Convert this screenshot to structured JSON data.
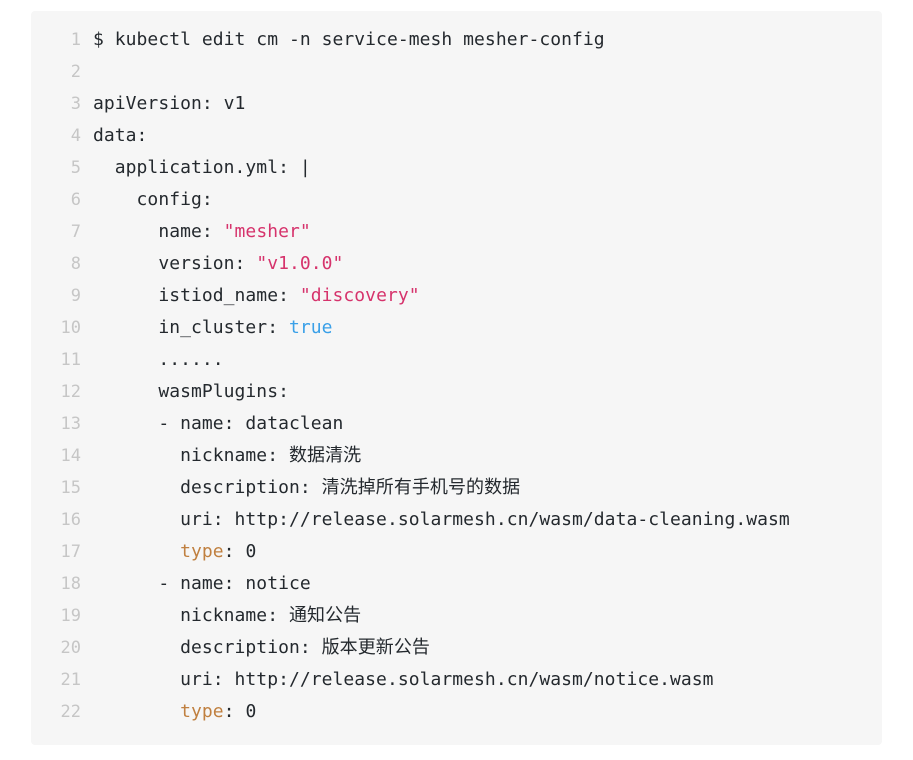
{
  "code_block": {
    "background_color": "#f6f6f6",
    "page_background_color": "#ffffff",
    "language": "yaml",
    "gutter_color": "#c6c6c6",
    "text_color": "#24292e",
    "colors": {
      "string": "#d6336c",
      "boolean": "#3aa0e8",
      "key_highlight": "#c08040",
      "default": "#24292e"
    },
    "lines": [
      {
        "number": "1",
        "tokens": [
          {
            "t": "$ kubectl edit cm -n service-mesh mesher-config",
            "c": "plain"
          }
        ]
      },
      {
        "number": "2",
        "tokens": [
          {
            "t": "",
            "c": "plain"
          }
        ]
      },
      {
        "number": "3",
        "tokens": [
          {
            "t": "apiVersion: v1",
            "c": "plain"
          }
        ]
      },
      {
        "number": "4",
        "tokens": [
          {
            "t": "data:",
            "c": "plain"
          }
        ]
      },
      {
        "number": "5",
        "tokens": [
          {
            "t": "  application.yml: |",
            "c": "plain"
          }
        ]
      },
      {
        "number": "6",
        "tokens": [
          {
            "t": "    config:",
            "c": "plain"
          }
        ]
      },
      {
        "number": "7",
        "tokens": [
          {
            "t": "      name: ",
            "c": "plain"
          },
          {
            "t": "\"mesher\"",
            "c": "str"
          }
        ]
      },
      {
        "number": "8",
        "tokens": [
          {
            "t": "      version: ",
            "c": "plain"
          },
          {
            "t": "\"v1.0.0\"",
            "c": "str"
          }
        ]
      },
      {
        "number": "9",
        "tokens": [
          {
            "t": "      istiod_name: ",
            "c": "plain"
          },
          {
            "t": "\"discovery\"",
            "c": "str"
          }
        ]
      },
      {
        "number": "10",
        "tokens": [
          {
            "t": "      in_cluster: ",
            "c": "plain"
          },
          {
            "t": "true",
            "c": "bool"
          }
        ]
      },
      {
        "number": "11",
        "tokens": [
          {
            "t": "      ......",
            "c": "plain"
          }
        ]
      },
      {
        "number": "12",
        "tokens": [
          {
            "t": "      wasmPlugins:",
            "c": "plain"
          }
        ]
      },
      {
        "number": "13",
        "tokens": [
          {
            "t": "      - name: dataclean",
            "c": "plain"
          }
        ]
      },
      {
        "number": "14",
        "tokens": [
          {
            "t": "        nickname: 数据清洗",
            "c": "plain"
          }
        ]
      },
      {
        "number": "15",
        "tokens": [
          {
            "t": "        description: 清洗掉所有手机号的数据",
            "c": "plain"
          }
        ]
      },
      {
        "number": "16",
        "tokens": [
          {
            "t": "        uri: http://release.solarmesh.cn/wasm/data-cleaning.wasm",
            "c": "plain"
          }
        ]
      },
      {
        "number": "17",
        "tokens": [
          {
            "t": "        ",
            "c": "plain"
          },
          {
            "t": "type",
            "c": "key-w"
          },
          {
            "t": ": 0",
            "c": "plain"
          }
        ]
      },
      {
        "number": "18",
        "tokens": [
          {
            "t": "      - name: notice",
            "c": "plain"
          }
        ]
      },
      {
        "number": "19",
        "tokens": [
          {
            "t": "        nickname: 通知公告",
            "c": "plain"
          }
        ]
      },
      {
        "number": "20",
        "tokens": [
          {
            "t": "        description: 版本更新公告",
            "c": "plain"
          }
        ]
      },
      {
        "number": "21",
        "tokens": [
          {
            "t": "        uri: http://release.solarmesh.cn/wasm/notice.wasm",
            "c": "plain"
          }
        ]
      },
      {
        "number": "22",
        "tokens": [
          {
            "t": "        ",
            "c": "plain"
          },
          {
            "t": "type",
            "c": "key-w"
          },
          {
            "t": ": 0",
            "c": "plain"
          }
        ]
      }
    ]
  }
}
